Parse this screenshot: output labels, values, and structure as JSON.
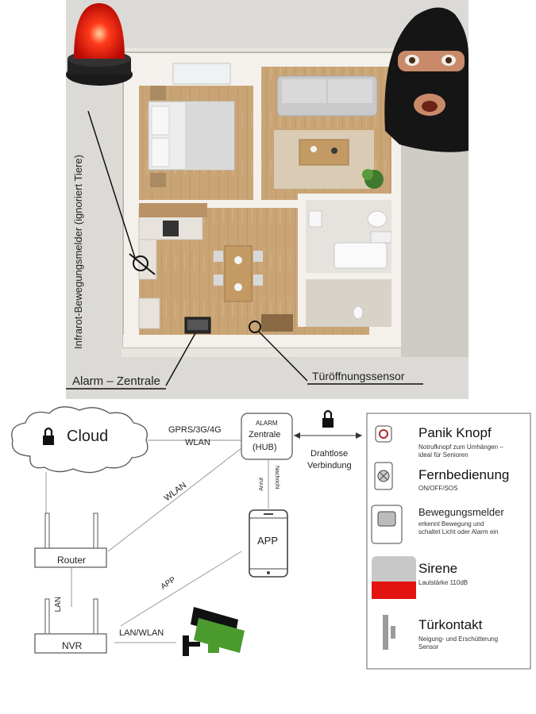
{
  "photo": {
    "motion_sensor_label": "Infrarot-Bewegungsmelder (ignoriert Tiere)",
    "alarm_hub_label": "Alarm – Zentrale",
    "door_sensor_label": "Türöffnungssensor"
  },
  "network": {
    "cloud_label": "Cloud",
    "gprs_label_1": "GPRS/3G/4G",
    "gprs_label_2": "WLAN",
    "hub_line_1": "ALARM",
    "hub_line_2": "Zentrale",
    "hub_line_3": "(HUB)",
    "wireless_label_1": "Drahtlose",
    "wireless_label_2": "Verbindung",
    "wlan_label": "WLAN",
    "message_label": "Nachricht",
    "call_label": "Anruf",
    "app_label": "APP",
    "app_link_label": "APP",
    "router_label": "Router",
    "lan_label": "LAN",
    "nvr_label": "NVR",
    "lanwlan_label": "LAN/WLAN"
  },
  "legend": {
    "panic_title": "Panik Knopf",
    "panic_desc_1": "Notrufknopf zum Umhängen –",
    "panic_desc_2": "ideal für Senioren",
    "remote_title": "Fernbedienung",
    "remote_desc": "ON/OFF/SOS",
    "motion_title": "Bewegungsmelder",
    "motion_desc_1": "erkennt Bewegung und",
    "motion_desc_2": "schaltet Licht oder Alarm ein",
    "siren_title": "Sirene",
    "siren_desc": "Lautstärke 110dB",
    "door_title": "Türkontakt",
    "door_desc_1": "Neigung- und Erschütterung",
    "door_desc_2": "Sensor"
  },
  "colors": {
    "siren_red": "#e3140f",
    "camera_green": "#4b9a2e",
    "floor_wood": "#c8a273",
    "wall_white": "#f4f1ec"
  }
}
